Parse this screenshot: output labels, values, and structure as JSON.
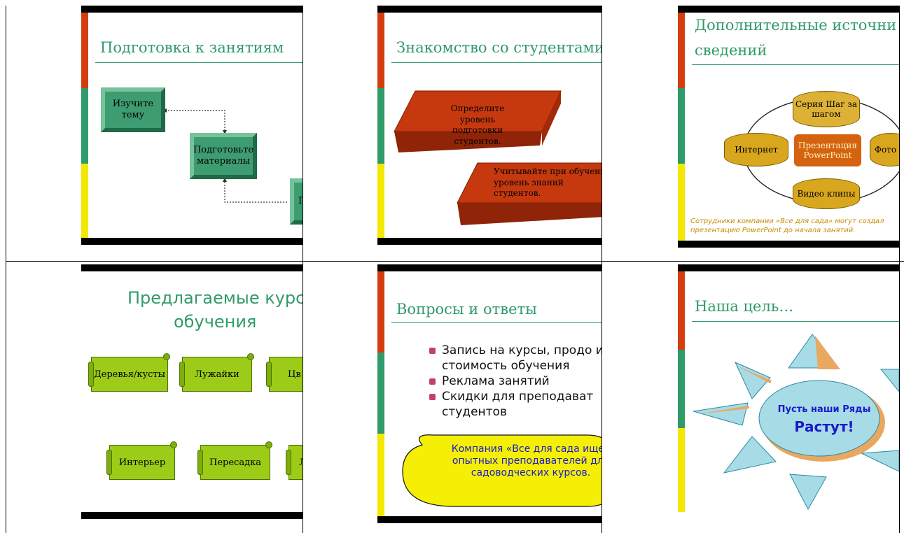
{
  "slides": [
    {
      "title": "Подготовка к занятиям",
      "boxes": [
        "Изучите тему",
        "Подготовьте материалы",
        "П"
      ]
    },
    {
      "title": "Знакомство со студентами",
      "shapes": [
        "Определите уровень подготовки студентов.",
        "Учитывайте при обучении уровень знаний студентов."
      ]
    },
    {
      "title_line1": "Дополнительные источни",
      "title_line2": "сведений",
      "cylinders": {
        "top": "Серия Шаг за шагом",
        "left": "Интернет",
        "right": "Фото",
        "bottom": "Видео клипы"
      },
      "center": "Презентация PowerPoint",
      "note": "Сотрудники компании «Все для сада» могут создал презентацию PowerPoint до начала занятий."
    },
    {
      "title_line1": "Предлагаемые курсы",
      "title_line2": "обучения",
      "scrolls": [
        "Деревья/кусты",
        "Лужайки",
        "Цв",
        "Интерьер",
        "Пересадка",
        "Л"
      ]
    },
    {
      "title": "Вопросы и ответы",
      "bullets": [
        "Запись на курсы, продо и стоимость обучения",
        "Реклама занятий",
        "Скидки для преподават студентов"
      ],
      "callout": "Компания «Все для сада ищет опытных преподавателей для садоводческих курсов."
    },
    {
      "title": "Наша цель…",
      "sun_text_line1": "Пусть наши Ряды",
      "sun_text_line2": "Растут!"
    }
  ],
  "colors": {
    "red_stripe": "#d43d10",
    "green_stripe": "#2f9a6a",
    "yellow_stripe": "#f4e800",
    "title_green": "#2f9a6a",
    "slab_red": "#b9310f",
    "cyl_gold": "#d9a71e",
    "center_orange": "#d4620e",
    "scroll_green": "#9ccc18",
    "callout_yellow": "#f5ef05",
    "callout_text": "#1a1acb",
    "sun_text": "#1a1acb",
    "note_text": "#c98a00"
  }
}
